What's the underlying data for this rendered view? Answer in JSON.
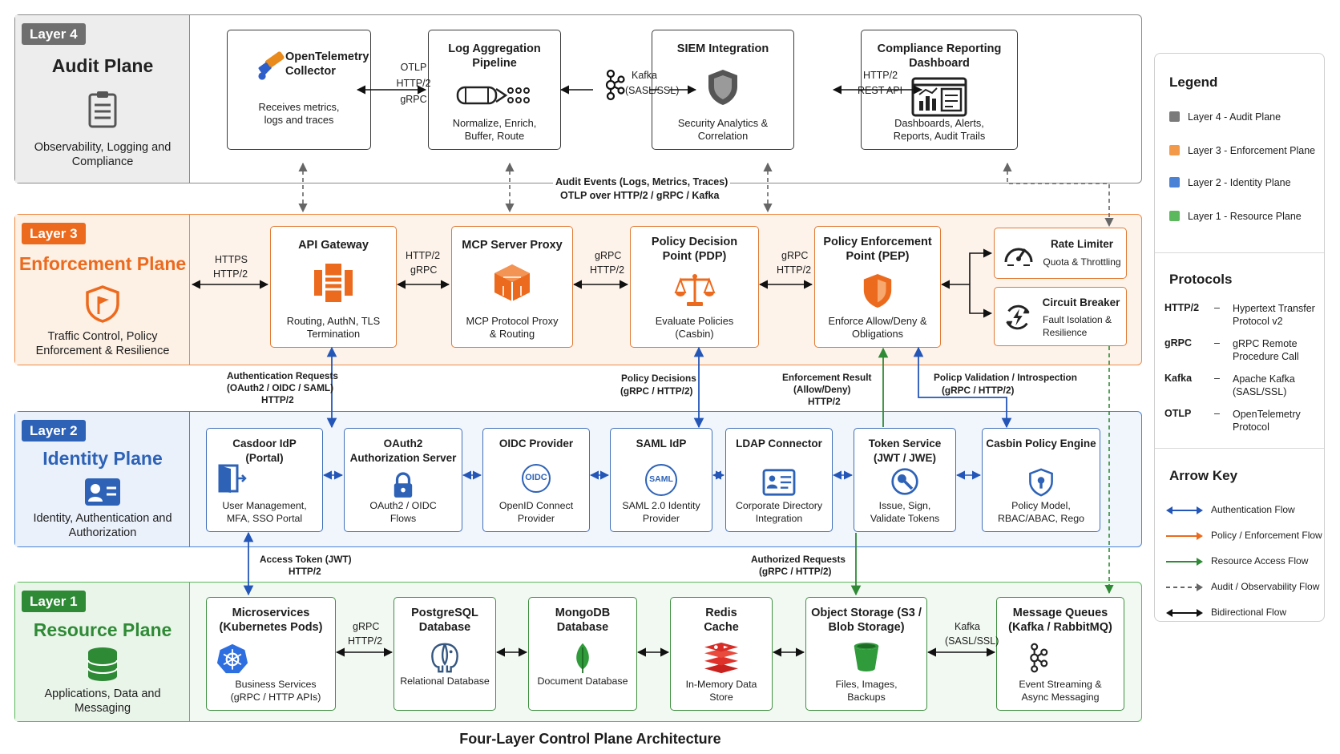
{
  "caption": "Four-Layer Control Plane Architecture",
  "layers": {
    "l4": {
      "tag": "Layer 4",
      "name": "Audit Plane",
      "desc": "Observability, Logging and Compliance",
      "color": "#6f6f6f",
      "bg": "#f1f1f1"
    },
    "l3": {
      "tag": "Layer 3",
      "name": "Enforcement Plane",
      "desc": "Traffic Control, Policy Enforcement & Resilience",
      "color": "#ec6a1e",
      "bg": "#fdf1e7"
    },
    "l2": {
      "tag": "Layer 2",
      "name": "Identity Plane",
      "desc": "Identity, Authentication and Authorization",
      "color": "#2d62b7",
      "bg": "#eaf1fb"
    },
    "l1": {
      "tag": "Layer 1",
      "name": "Resource Plane",
      "desc": "Applications, Data and Messaging",
      "color": "#2f8a36",
      "bg": "#eaf5ea"
    }
  },
  "nodes": {
    "otel": {
      "title": "OpenTelemetry Collector",
      "desc": "Receives metrics, logs and traces"
    },
    "logagg": {
      "title": "Log Aggregation Pipeline",
      "desc": "Normalize, Enrich, Buffer, Route"
    },
    "siem": {
      "title": "SIEM Integration",
      "desc": "Security Analytics & Correlation"
    },
    "compliance": {
      "title": "Compliance Reporting Dashboard",
      "desc": "Dashboards, Alerts, Reports, Audit Trails"
    },
    "apigw": {
      "title": "API Gateway",
      "desc": "Routing, AuthN, TLS Termination"
    },
    "mcp": {
      "title": "MCP Server Proxy",
      "desc": "MCP Protocol Proxy & Routing"
    },
    "pdp": {
      "title": "Policy Decision Point (PDP)",
      "desc": "Evaluate Policies (Casbin)"
    },
    "pep": {
      "title": "Policy Enforcement Point (PEP)",
      "desc": "Enforce Allow/Deny & Obligations"
    },
    "ratelimiter": {
      "title": "Rate Limiter",
      "desc": "Quota & Throttling"
    },
    "breaker": {
      "title": "Circuit Breaker",
      "desc": "Fault Isolation & Resilience"
    },
    "casdoor": {
      "title": "Casdoor IdP (Portal)",
      "desc": "User Management, MFA, SSO Portal"
    },
    "oauth": {
      "title": "OAuth2 Authorization Server",
      "desc": "OAuth2 / OIDC Flows"
    },
    "oidc": {
      "title": "OIDC Provider",
      "desc": "OpenID Connect Provider",
      "badge": "OIDC"
    },
    "saml": {
      "title": "SAML IdP",
      "desc": "SAML 2.0 Identity Provider",
      "badge": "SAML"
    },
    "ldap": {
      "title": "LDAP Connector",
      "desc": "Corporate Directory Integration"
    },
    "token": {
      "title": "Token Service (JWT / JWE)",
      "desc": "Issue, Sign, Validate Tokens"
    },
    "casbin": {
      "title": "Casbin Policy Engine",
      "desc": "Policy Model, RBAC/ABAC, Rego"
    },
    "micro": {
      "title": "Microservices (Kubernetes Pods)",
      "desc": "Business Services (gRPC / HTTP APIs)"
    },
    "postgres": {
      "title": "PostgreSQL Database",
      "desc": "Relational Database"
    },
    "mongo": {
      "title": "MongoDB Database",
      "desc": "Document Database"
    },
    "redis": {
      "title": "Redis Cache",
      "desc": "In-Memory Data Store"
    },
    "objstore": {
      "title": "Object Storage (S3 / Blob Storage)",
      "desc": "Files, Images, Backups"
    },
    "mq": {
      "title": "Message Queues (Kafka / RabbitMQ)",
      "desc": "Event Streaming & Async Messaging"
    }
  },
  "edge_labels": {
    "otel_logagg": "OTLP HTTP/2 gRPC",
    "kafka_top_1": "Kafka",
    "kafka_top_2": "(SASL/SSL)",
    "siem_comp_1": "HTTP/2",
    "siem_comp_2": "REST API",
    "audit_events_1": "Audit Events (Logs, Metrics, Traces)",
    "audit_events_2": "OTLP over HTTP/2 / gRPC / Kafka",
    "https_1": "HTTPS",
    "https_2": "HTTP/2",
    "gw_mcp_1": "HTTP/2",
    "gw_mcp_2": "gRPC",
    "mcp_pdp_1": "gRPC",
    "mcp_pdp_2": "HTTP/2",
    "pdp_pep_1": "gRPC",
    "pdp_pep_2": "HTTP/2",
    "authreq_1": "Authentication Requests",
    "authreq_2": "(OAuth2 / OIDC / SAML)",
    "authreq_3": "HTTP/2",
    "poldec_1": "Policy Decisions",
    "poldec_2": "(gRPC / HTTP/2)",
    "enfres_1": "Enforcement Result",
    "enfres_2": "(Allow/Deny)",
    "enfres_3": "HTTP/2",
    "polval_1": "Policp Validation / Introspection",
    "polval_2": "(gRPC / HTTP/2)",
    "access_1": "Access Token (JWT)",
    "access_2": "HTTP/2",
    "authz_1": "Authorized Requests",
    "authz_2": "(gRPC / HTTP/2)",
    "ms_pg_1": "gRPC",
    "ms_pg_2": "HTTP/2",
    "kafka_bot_1": "Kafka",
    "kafka_bot_2": "(SASL/SSL)"
  },
  "legend": {
    "title": "Legend",
    "items": [
      {
        "label": "Layer 4 - Audit Plane",
        "color": "#7a7a7a"
      },
      {
        "label": "Layer 3 - Enforcement Plane",
        "color": "#f39a4a"
      },
      {
        "label": "Layer 2 - Identity Plane",
        "color": "#4a82d6"
      },
      {
        "label": "Layer 1 - Resource Plane",
        "color": "#5cb85c"
      }
    ],
    "protocols_title": "Protocols",
    "protocols": [
      {
        "key": "HTTP/2",
        "value": "Hypertext Transfer Protocol v2"
      },
      {
        "key": "gRPC",
        "value": "gRPC Remote Procedure Call"
      },
      {
        "key": "Kafka",
        "value": "Apache Kafka (SASL/SSL)"
      },
      {
        "key": "OTLP",
        "value": "OpenTelemetry Protocol"
      }
    ],
    "dash": "–",
    "arrow_title": "Arrow Key",
    "arrows": [
      {
        "label": "Authentication Flow",
        "color": "#2456b8",
        "style": "solid"
      },
      {
        "label": "Policy / Enforcement Flow",
        "color": "#ec6a1e",
        "style": "solid"
      },
      {
        "label": "Resource Access Flow",
        "color": "#2f8a36",
        "style": "solid"
      },
      {
        "label": "Audit / Observability Flow",
        "color": "#666666",
        "style": "dashed"
      },
      {
        "label": "Bidirectional Flow",
        "color": "#111111",
        "style": "bi"
      }
    ]
  }
}
